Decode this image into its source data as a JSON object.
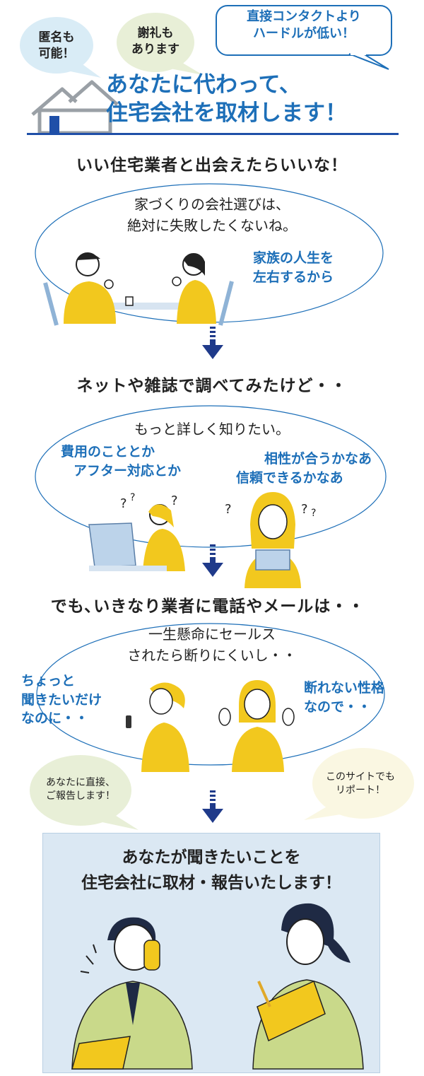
{
  "header": {
    "bubble_anonymous": [
      "匿名も",
      "可能！"
    ],
    "bubble_reward": [
      "謝礼も",
      "あります"
    ],
    "bubble_lower": [
      "直接コンタクトより",
      "ハードルが低い！"
    ],
    "title_lines": [
      "あなたに代わって、",
      "住宅会社を取材します！"
    ]
  },
  "section1": {
    "heading": "いい住宅業者と出会えたらいいな！",
    "ellipse_lines": [
      "家づくりの会社選びは、",
      "絶対に失敗したくないね。"
    ],
    "side_lines": [
      "家族の人生を",
      "左右するから"
    ]
  },
  "section2": {
    "heading": "ネットや雑誌で調べてみたけど・・",
    "ellipse_line": "もっと詳しく知りたい。",
    "left_lines": [
      "費用のこととか",
      "アフター対応とか"
    ],
    "right_lines": [
      "相性が合うかなあ",
      "信頼できるかなあ"
    ]
  },
  "section3": {
    "heading": "でも､いきなり業者に電話やメールは・・",
    "ellipse_lines": [
      "一生懸命にセールス",
      "されたら断りにくいし・・"
    ],
    "left_lines": [
      "ちょっと",
      "聞きたいだけ",
      "なのに・・"
    ],
    "right_lines": [
      "断れない性格",
      "なので・・"
    ]
  },
  "section4": {
    "bubble_left": [
      "あなたに直接、",
      "ご報告します！"
    ],
    "bubble_right": [
      "このサイトでも",
      "リポート！"
    ],
    "box_lines": [
      "あなたが聞きたいことを",
      "住宅会社に取材・報告いたします！"
    ]
  },
  "colors": {
    "accent_blue": "#1d6fb8",
    "navy": "#1f3a8a",
    "yellow": "#f2c81e",
    "box_bg": "#dbe8f3",
    "bubble_blue": "#d9ecf6",
    "bubble_green": "#e8efd7",
    "bubble_cream": "#faf7e2"
  },
  "icons": [
    "house-icon",
    "down-arrow-icon",
    "question-mark-icon"
  ]
}
